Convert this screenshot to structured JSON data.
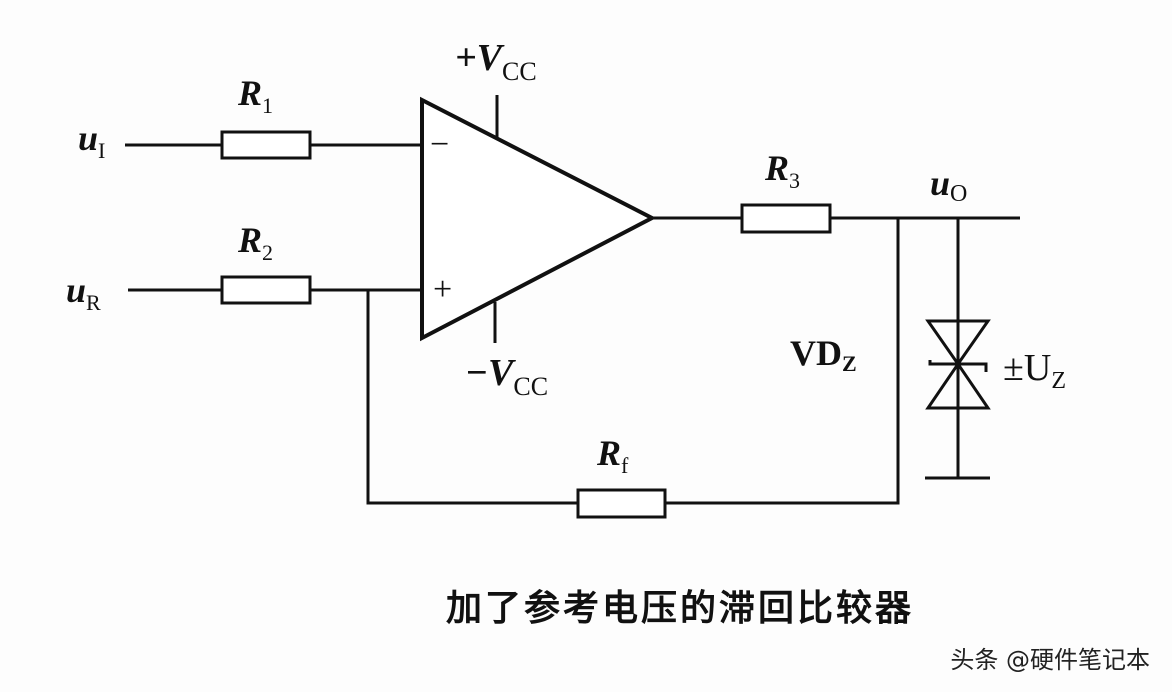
{
  "diagram": {
    "labels": {
      "input_voltage": "u",
      "input_voltage_sub": "I",
      "reference_voltage": "u",
      "reference_voltage_sub": "R",
      "output_voltage": "u",
      "output_voltage_sub": "O",
      "r1": "R",
      "r1_sub": "1",
      "r2": "R",
      "r2_sub": "2",
      "r3": "R",
      "r3_sub": "3",
      "rf": "R",
      "rf_sub": "f",
      "vcc_pos": "+V",
      "vcc_pos_sub": "CC",
      "vcc_neg": "−V",
      "vcc_neg_sub": "CC",
      "inverting": "−",
      "noninverting": "+",
      "zener": "VD",
      "zener_sub": "Z",
      "zener_voltage": "±U",
      "zener_voltage_sub": "Z"
    },
    "caption": "加了参考电压的滞回比较器"
  },
  "watermark": "头条 @硬件笔记本"
}
